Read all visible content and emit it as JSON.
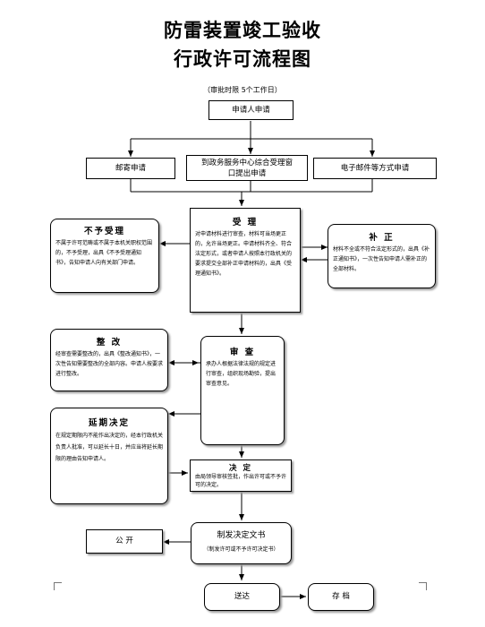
{
  "title": {
    "line1": "防雷装置竣工验收",
    "line2": "行政许可流程图"
  },
  "subtitle": "（审批时限  5个工作日）",
  "nodes": {
    "applicant": "申请人申请",
    "mail": "邮寄申请",
    "window": "到政务服务中心综合受理窗口提出申请",
    "email": "电子邮件等方式申请",
    "reject": {
      "title": "不予受理",
      "body": "不属于许可范畴或不属于本机关职权范围的，不予受理，出具《不予受理通知书》，告知申请人向有关部门申请。"
    },
    "accept": {
      "title": "受  理",
      "body": "对申请材料进行审查，材料可当场更正的，允许当场更正。申请材料齐全、符合法定形式，或者申请人按照本行政机关的要求提交全部补正申请材料的，出具《受理通知书》。"
    },
    "supplement": {
      "title": "补  正",
      "body": "材料不全或不符合法定形式的，出具《补正通知书》，一次性告知申请人需补正的全部材料。"
    },
    "rectify": {
      "title": "整  改",
      "body": "经审查需要整改的，出具《整改通知书》，一次性告知需要整改的全部内容。申请人按要求进行整改。"
    },
    "review": {
      "title": "审  查",
      "body": "承办人根据法律法规的规定进行审查，组织现场勘验，提出审查意见。"
    },
    "extend": {
      "title": "延期决定",
      "body": "在规定期限内不能作出决定的，经本行政机关负责人批准，可以延长十日，并应当将延长期限的理由告知申请人。"
    },
    "decide": {
      "title": "决  定",
      "body": "由局领导审核签批，作出许可或不予许可的决定。"
    },
    "publish": "公  开",
    "issue": {
      "title": "制发决定文书",
      "note": "（制发许可或不予许可决定书）"
    },
    "deliver": "送达",
    "archive": "存  档"
  }
}
